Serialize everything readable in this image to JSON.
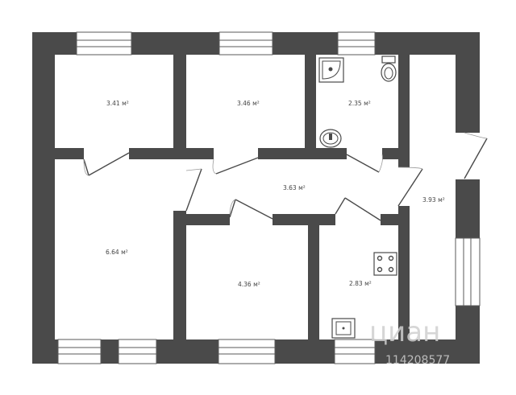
{
  "rooms": [
    {
      "id": "room-top-left",
      "area": "3.41 м²"
    },
    {
      "id": "room-top-middle",
      "area": "3.46 м²"
    },
    {
      "id": "bathroom",
      "area": "2.35 м²"
    },
    {
      "id": "corridor",
      "area": "3.63 м²"
    },
    {
      "id": "hall-right",
      "area": "3.93 м²"
    },
    {
      "id": "room-large-left",
      "area": "6.64 м²"
    },
    {
      "id": "room-bottom-middle",
      "area": "4.36 м²"
    },
    {
      "id": "kitchen",
      "area": "2.83 м²"
    }
  ],
  "watermark": {
    "brand": "циан",
    "phone": "114208577"
  },
  "colors": {
    "wall": "#4a4a4a",
    "floor": "#ffffff",
    "watermark": "#cfcfcf"
  }
}
